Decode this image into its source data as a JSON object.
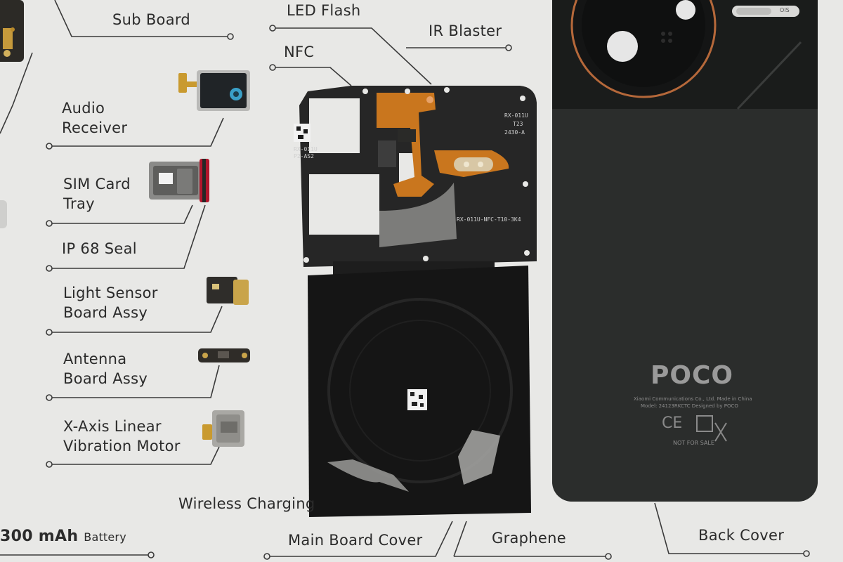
{
  "labels": {
    "sub_board": "Sub Board",
    "led_flash": "LED Flash",
    "ir_blaster": "IR Blaster",
    "nfc": "NFC",
    "audio_receiver_1": "Audio",
    "audio_receiver_2": "Receiver",
    "sim_tray_1": "SIM Card",
    "sim_tray_2": "Tray",
    "ip68_seal": "IP 68 Seal",
    "light_sensor_1": "Light Sensor",
    "light_sensor_2": "Board Assy",
    "antenna_1": "Antenna",
    "antenna_2": "Board Assy",
    "motor_1": "X-Axis Linear",
    "motor_2": "Vibration Motor",
    "wireless_charging": "Wireless Charging",
    "battery_value": "300 mAh",
    "battery_word": "Battery",
    "main_board_cover": "Main Board Cover",
    "graphene": "Graphene",
    "back_cover": "Back Cover"
  },
  "phone": {
    "brand": "POCO",
    "company_line": "Xiaomi Communications Co., Ltd.    Made in China",
    "model_line": "Model: 24123RKCTC   Designed by POCO",
    "ce_mark": "CE",
    "not_for_sale": "NOT FOR SALE",
    "lens_badge": "OIS"
  },
  "board_text": {
    "code_left": "RX-011U",
    "code_left_2": "P2-AS2",
    "code_right": "RX-011U",
    "code_right_2": "T23",
    "code_right_3": "2430-A",
    "nfc_code": "RX-011U-NFC-T10-3K4"
  },
  "colors": {
    "background": "#e8e8e6",
    "label_text": "#2b2b2b",
    "leader_line": "#3a3a3a",
    "back_cover": "#1f2120",
    "flex_cable": "#c9761e",
    "camera_ring": "#b5683a"
  }
}
